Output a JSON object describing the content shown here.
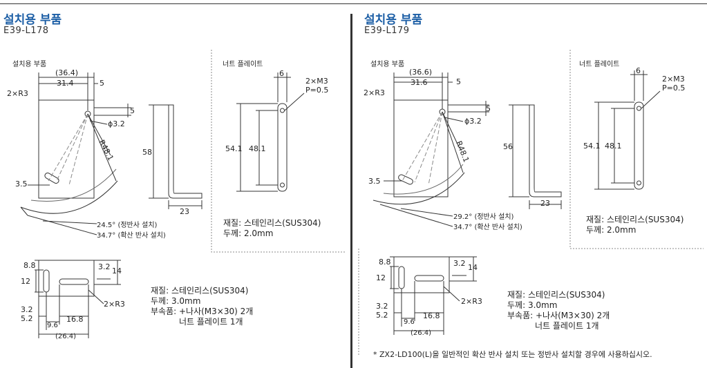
{
  "left": {
    "heading": "설치용 부품",
    "model": "E39-L178",
    "bracket_label": "설치용 부품",
    "nut_label": "너트 플레이트",
    "dims": {
      "d364": "(36.4)",
      "d314": "31.4",
      "d5a": "5",
      "d2r3a": "2×R3",
      "d5b": "5",
      "phi": "ϕ3.2",
      "r48": "R48.1",
      "d58": "58",
      "d35": "3.5",
      "d23": "23",
      "ang1": "24.5° (정반사 설치)",
      "ang2": "34.7° (확산 반사 설치)",
      "n6": "6",
      "n2m3": "2×M3",
      "np05": "P=0.5",
      "n541": "54.1",
      "n481": "48.1",
      "b88": "8.8",
      "b12": "12",
      "b32a": "3.2",
      "b14": "14",
      "b2r3": "2×R3",
      "b32b": "3.2",
      "b52": "5.2",
      "b96": "9.6",
      "b168": "16.8",
      "b264": "(26.4)"
    },
    "nut_material": "재질: 스테인리스(SUS304)",
    "nut_thickness": "두께: 2.0mm",
    "mat": "재질: 스테인리스(SUS304)",
    "thick": "두께: 3.0mm",
    "acc1": "부속품:  +나사(M3×30) 2개",
    "acc2": "너트 플레이트 1개"
  },
  "right": {
    "heading": "설치용 부품",
    "model": "E39-L179",
    "bracket_label": "설치용 부품",
    "nut_label": "너트 플레이트",
    "dims": {
      "d366": "(36.6)",
      "d316": "31.6",
      "d5a": "5",
      "d2r3a": "2×R3",
      "d5b": "5",
      "phi": "ϕ3.2",
      "r48": "R48.1",
      "d56": "56",
      "d35": "3.5",
      "d23": "23",
      "ang1": "29.2° (정반사 설치)",
      "ang2": "34.7° (확산 반사 설치)",
      "n6": "6",
      "n2m3": "2×M3",
      "np05": "P=0.5",
      "n541": "54.1",
      "n481": "48.1",
      "b88": "8.8",
      "b12": "12",
      "b32a": "3.2",
      "b14": "14",
      "b2r3": "2×R3",
      "b32b": "3.2",
      "b52": "5.2",
      "b96": "9.6",
      "b168": "16.8",
      "b264": "(26.4)"
    },
    "nut_material": "재질: 스테인리스(SUS304)",
    "nut_thickness": "두께: 2.0mm",
    "mat": "재질: 스테인리스(SUS304)",
    "thick": "두께: 3.0mm",
    "acc1": "부속품:  +나사(M3×30) 2개",
    "acc2": "너트 플레이트 1개",
    "footnote": "* ZX2-LD100(L)을 일반적인 확산 반사 설치 또는 정반사 설치할 경우에 사용하십시오."
  }
}
